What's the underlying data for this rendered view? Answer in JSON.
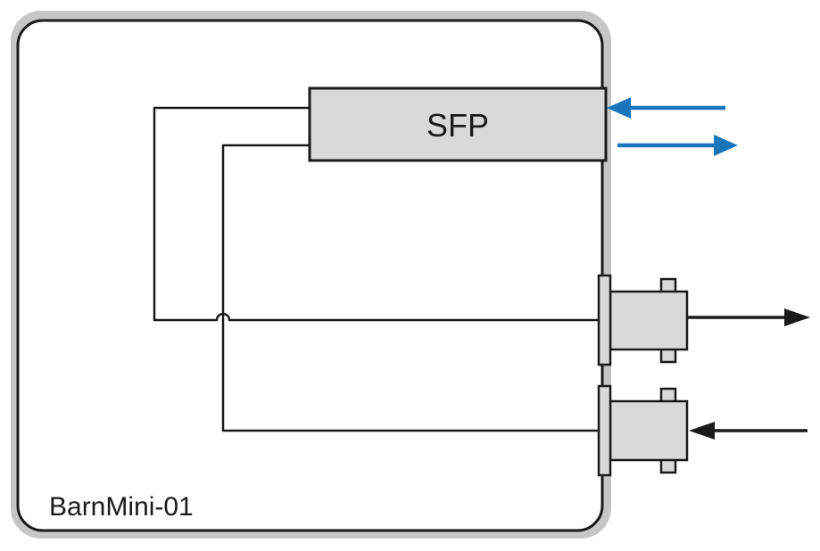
{
  "device": {
    "label": "BarnMini-01",
    "sfp_label": "SFP"
  },
  "ports": {
    "sfp": {
      "label": "SFP",
      "fiber_in_arrow": "left-pointing blue arrow into SFP",
      "fiber_out_arrow": "right-pointing blue arrow out of SFP"
    },
    "bnc_out": {
      "type": "BNC",
      "direction": "out"
    },
    "bnc_in": {
      "type": "BNC",
      "direction": "in"
    }
  },
  "colors": {
    "outline": "#1a1a1a",
    "fill_gray": "#d9d9d9",
    "shadow_gray": "#c6c6c6",
    "blue": "#1b75bb",
    "background": "#ffffff"
  }
}
